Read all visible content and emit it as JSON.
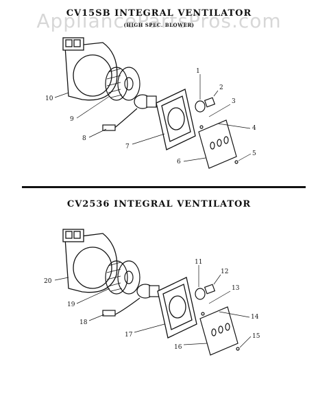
{
  "watermark": "AppliancePartsPros.com",
  "section1": {
    "title": "CV15SB INTEGRAL VENTILATOR",
    "subtitle": "(HIGH SPEC. BLOWER)",
    "callouts": [
      "1",
      "2",
      "3",
      "4",
      "5",
      "6",
      "7",
      "8",
      "9",
      "10"
    ]
  },
  "section2": {
    "title": "CV2536 INTEGRAL VENTILATOR",
    "callouts": [
      "11",
      "12",
      "13",
      "14",
      "15",
      "16",
      "17",
      "18",
      "19",
      "20"
    ]
  }
}
